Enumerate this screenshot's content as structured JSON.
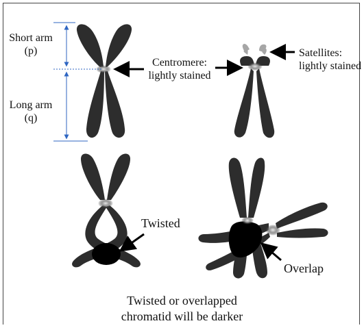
{
  "labels": {
    "short_arm": [
      "Short arm",
      "(p)"
    ],
    "long_arm": [
      "Long arm",
      "(q)"
    ],
    "centromere": [
      "Centromere:",
      "lightly stained"
    ],
    "satellites": [
      "Satellites:",
      "lightly stained"
    ],
    "twisted": "Twisted",
    "overlap": "Overlap"
  },
  "caption": [
    "Twisted or overlapped",
    "chromatid will be darker"
  ],
  "colors": {
    "chromatid": "#2d2d2d",
    "dark_region": "#000000",
    "satellite": "#a6a6a6",
    "dimension_line": "#2f66c2",
    "frame": "#444444"
  }
}
